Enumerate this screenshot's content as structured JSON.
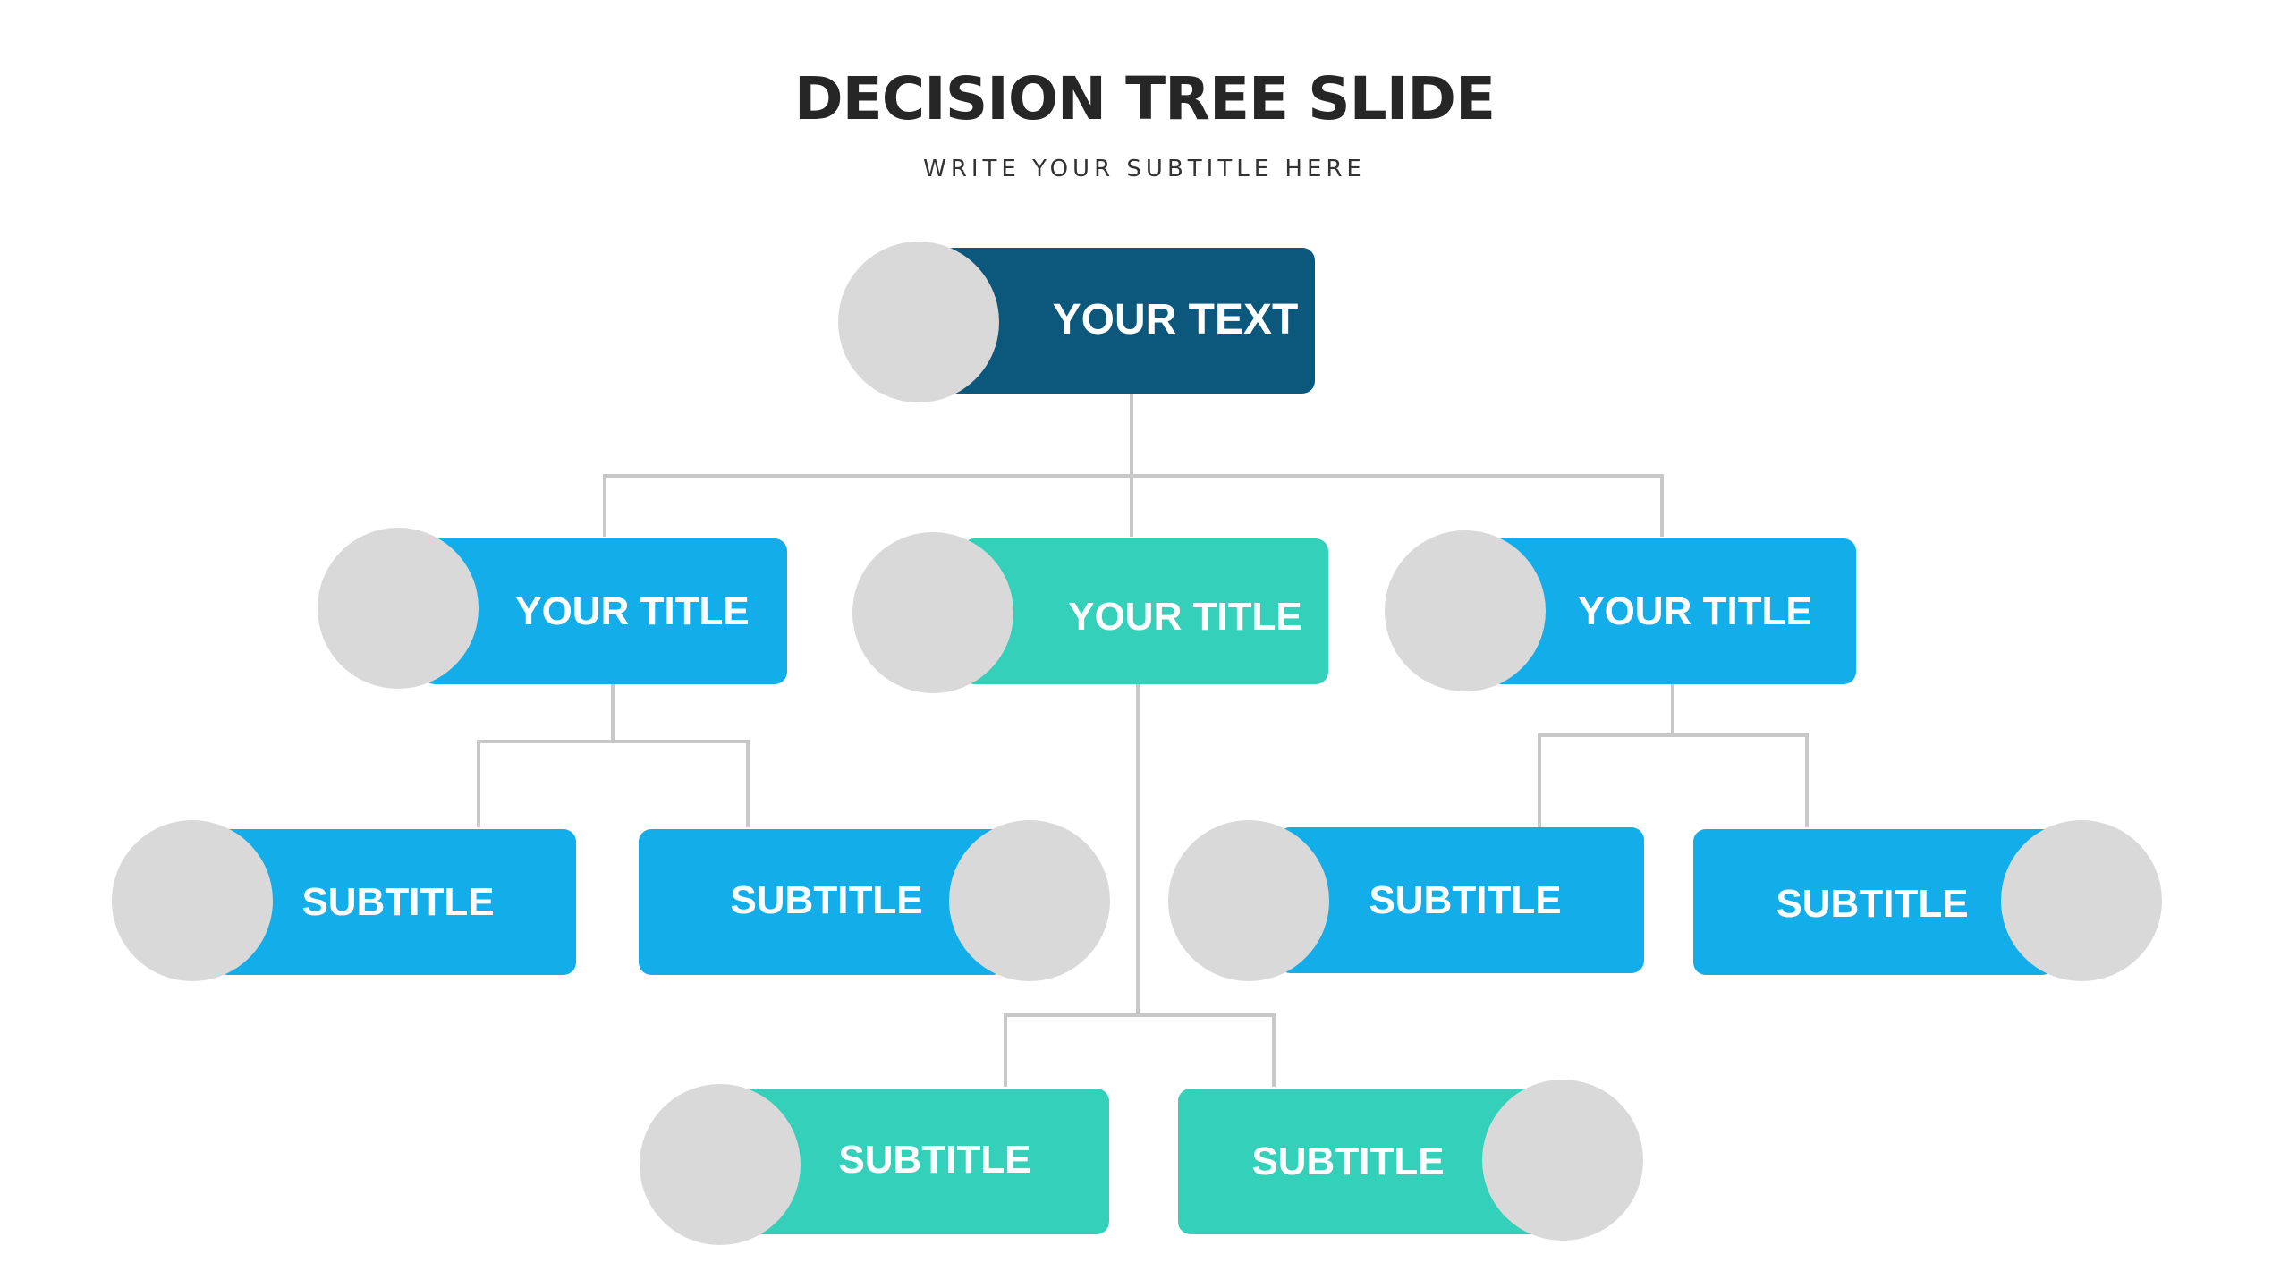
{
  "slide": {
    "title": "DECISION TREE SLIDE",
    "subtitle": "WRITE YOUR SUBTITLE HERE"
  },
  "colors": {
    "root": "#0c587c",
    "blue": "#13aeea",
    "teal": "#35d0ba",
    "circle": "#d9d9d9",
    "connector": "#c8c8c8"
  },
  "tree": {
    "root": {
      "label": "YOUR TEXT"
    },
    "left_branch": {
      "label": "YOUR TITLE",
      "children": [
        {
          "label": "SUBTITLE"
        },
        {
          "label": "SUBTITLE"
        }
      ]
    },
    "middle_branch": {
      "label": "YOUR TITLE",
      "children": [
        {
          "label": "SUBTITLE"
        },
        {
          "label": "SUBTITLE"
        }
      ]
    },
    "right_branch": {
      "label": "YOUR TITLE",
      "children": [
        {
          "label": "SUBTITLE"
        },
        {
          "label": "SUBTITLE"
        }
      ]
    }
  }
}
